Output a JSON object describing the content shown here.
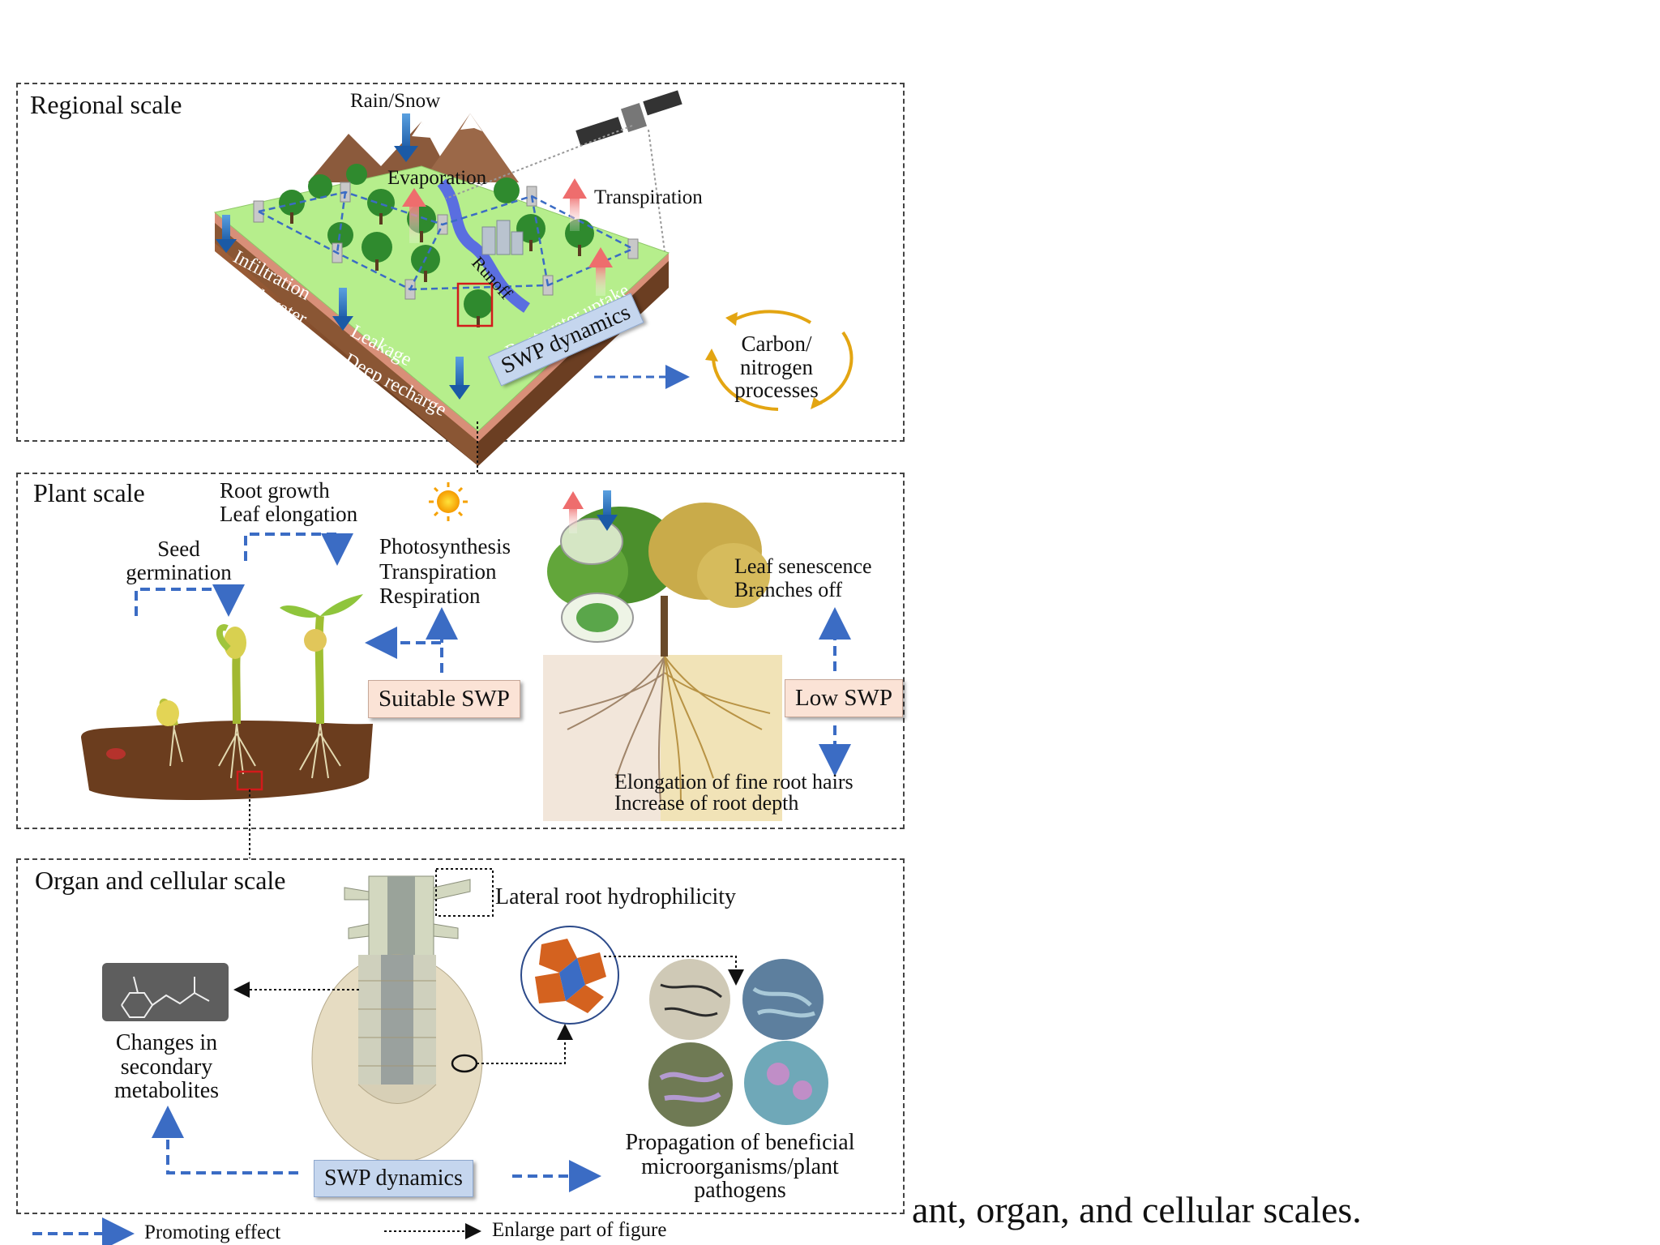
{
  "regional": {
    "title": "Regional scale",
    "rain_snow": "Rain/Snow",
    "evaporation": "Evaporation",
    "transpiration": "Transpiration",
    "infiltration": "Infiltration",
    "lateral_water_exchange": "Lateral water exchange",
    "runoff": "Runoff",
    "root_water_uptake": "Root water uptake",
    "leakage": "Leakage",
    "deep_recharge": "Deep recharge",
    "swp_dynamics": "SWP dynamics",
    "carbon_nitrogen": [
      "Carbon/",
      "nitrogen",
      "processes"
    ]
  },
  "plant": {
    "title": "Plant scale",
    "root_growth": "Root growth",
    "leaf_elongation": "Leaf elongation",
    "seed_germination": [
      "Seed",
      "germination"
    ],
    "photosynthesis": "Photosynthesis",
    "transpiration": "Transpiration",
    "respiration": "Respiration",
    "suitable_swp": "Suitable SWP",
    "leaf_senescence": "Leaf senescence",
    "branches_off": "Branches off",
    "low_swp": "Low SWP",
    "fine_root_hairs": "Elongation of fine root hairs",
    "root_depth": "Increase of root depth"
  },
  "organ": {
    "title": "Organ and cellular scale",
    "lateral_root": "Lateral root hydrophilicity",
    "secondary_metabolites": [
      "Changes in",
      "secondary",
      "metabolites"
    ],
    "swp_dynamics": "SWP dynamics",
    "microorganisms": [
      "Propagation of beneficial",
      "microorganisms/plant",
      "pathogens"
    ]
  },
  "legend": {
    "promoting": "Promoting effect",
    "enlarge": "Enlarge part of figure"
  },
  "caption_fragment": "ant, organ, and cellular scales.",
  "colors": {
    "promoting_arrow": "#3b6cc4",
    "down_arrow": "#2e6bb8",
    "up_arrow": "#f08a8a",
    "runoff": "#5a6ee0",
    "grass": "#b6ee8c",
    "soil": "#7a4a2c",
    "swp_box_blue": "#c5d6ee",
    "swp_box_pink": "#fbe3d6",
    "carbon_cycle": "#e3a512"
  }
}
